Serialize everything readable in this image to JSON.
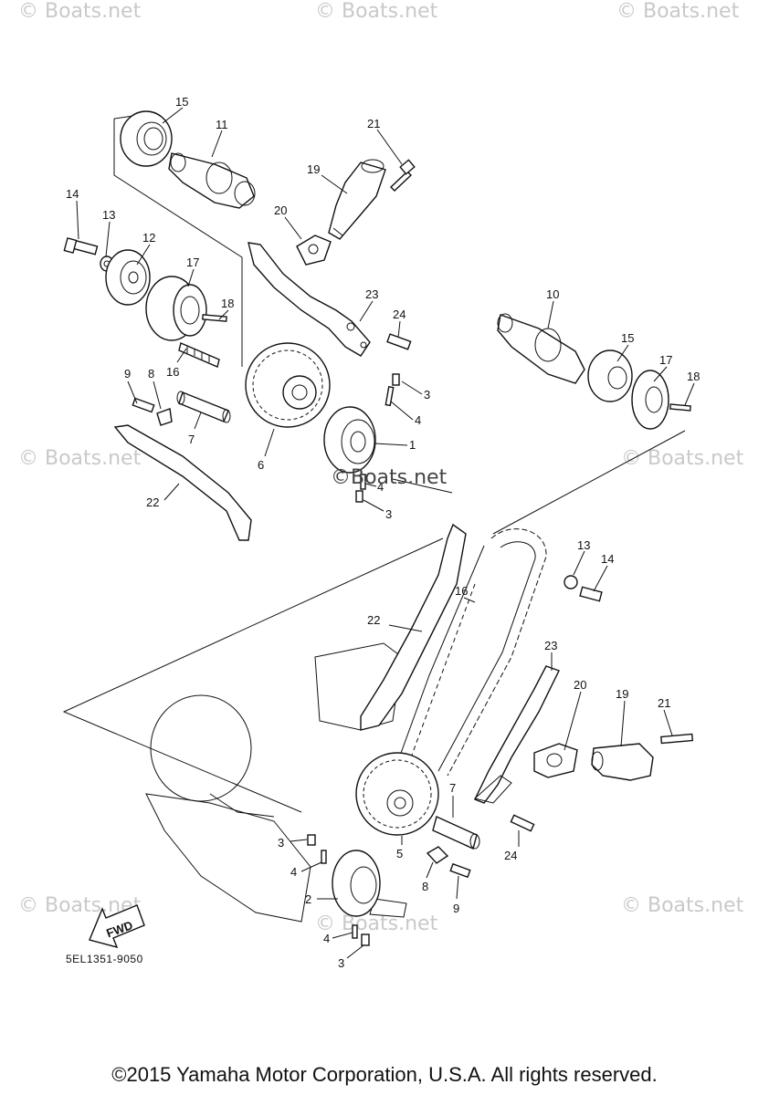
{
  "watermark": "© Boats.net",
  "watermark_center": "©Boats.net",
  "diagram_code": "5EL1351-9050",
  "fwd_label": "FWD",
  "copyright": "©2015 Yamaha Motor Corporation, U.S.A. All rights reserved.",
  "callouts": {
    "p15a": "15",
    "p11": "11",
    "p21a": "21",
    "p19a": "19",
    "p14a": "14",
    "p13a": "13",
    "p20a": "20",
    "p12": "12",
    "p17a": "17",
    "p18a": "18",
    "p23a": "23",
    "p24a": "24",
    "p10": "10",
    "p15b": "15",
    "p17b": "17",
    "p18b": "18",
    "p9a": "9",
    "p8a": "8",
    "p16a": "16",
    "p7a": "7",
    "p6": "6",
    "p3a": "3",
    "p4a": "4",
    "p1": "1",
    "p4b": "4",
    "p3b": "3",
    "p22a": "22",
    "p13b": "13",
    "p14b": "14",
    "p16b": "16",
    "p22b": "22",
    "p23b": "23",
    "p20b": "20",
    "p19b": "19",
    "p21b": "21",
    "p7b": "7",
    "p5": "5",
    "p24b": "24",
    "p8b": "8",
    "p9b": "9",
    "p3c": "3",
    "p4c": "4",
    "p2": "2",
    "p4d": "4",
    "p3d": "3"
  }
}
